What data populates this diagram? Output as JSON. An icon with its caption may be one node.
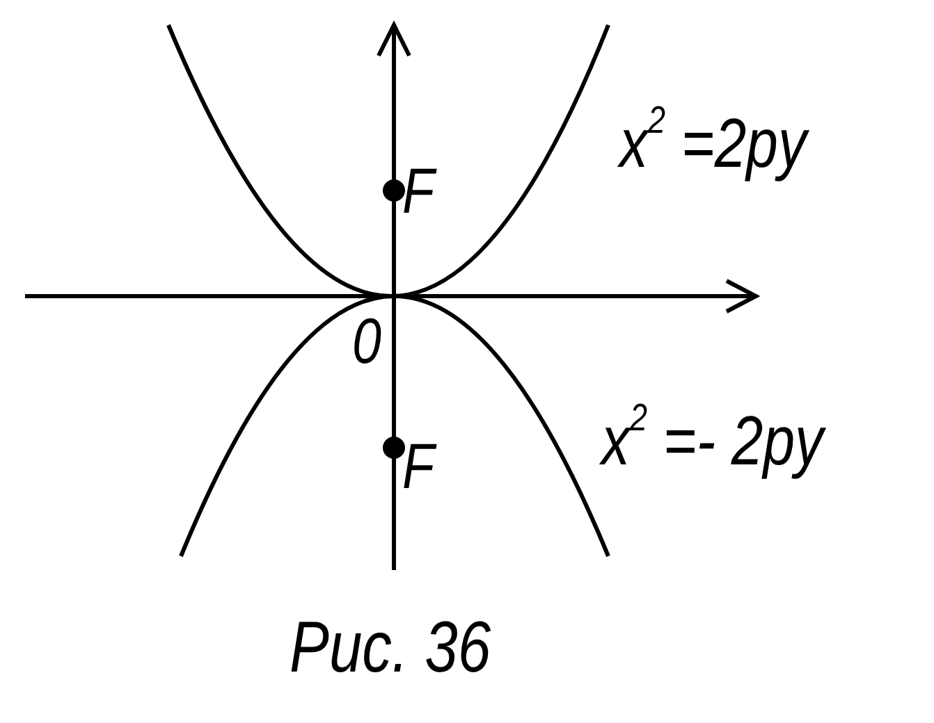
{
  "diagram": {
    "caption": "Рис. 36",
    "labels": [
      "x$^{2}$ =2py",
      "F",
      "0",
      "x$^{2}$ =- 2py",
      "F"
    ]
  }
}
